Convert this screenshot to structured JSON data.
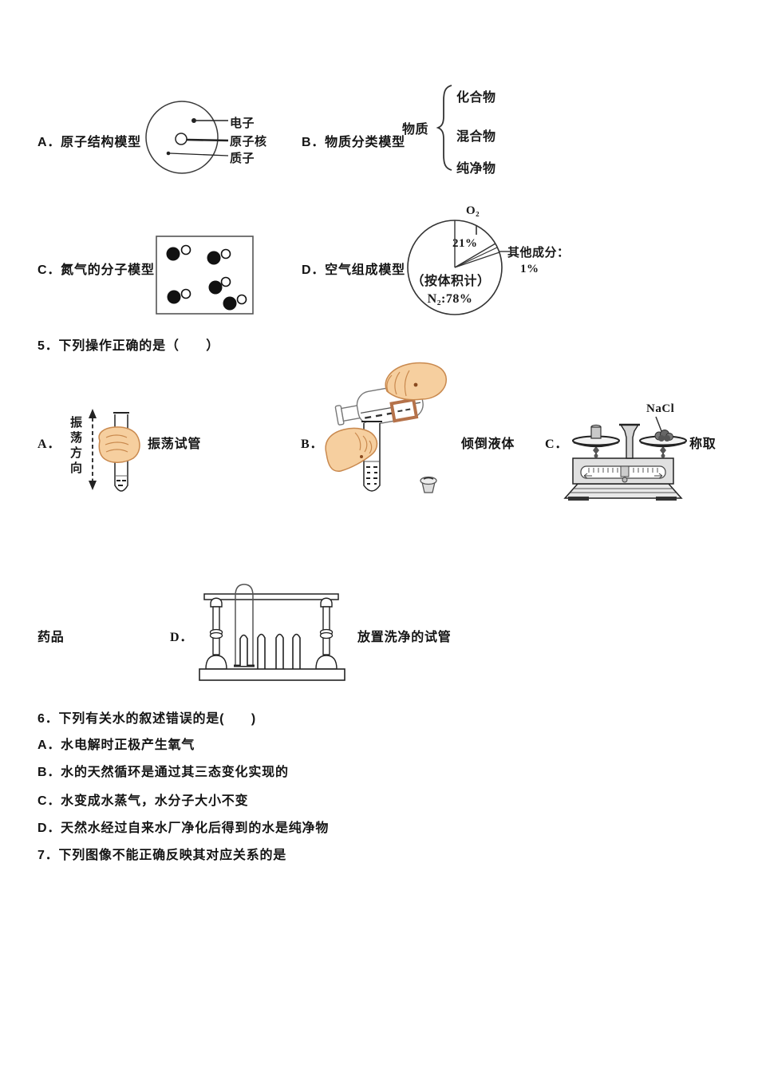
{
  "doc": {
    "q4": {
      "optionA": {
        "label": "A．原子结构模型"
      },
      "atom": {
        "electron": "电子",
        "nucleus": "原子核",
        "proton": "质子"
      },
      "optionB": {
        "label": "B．物质分类模型",
        "root": "物质",
        "branches": [
          "化合物",
          "混合物",
          "纯净物"
        ]
      },
      "optionC": {
        "label": "C．氮气的分子模型"
      },
      "optionD": {
        "label": "D．空气组成模型"
      },
      "pie": {
        "o2": "O₂",
        "o2_pct": "21%",
        "other": "其他成分：",
        "other_pct": "1%",
        "basis": "（按体积计）",
        "n2": "N₂:78%"
      }
    },
    "q5": {
      "stem": "5．下列操作正确的是（　　）",
      "a": {
        "letter": "A．",
        "axis": "振荡方向",
        "caption": "振荡试管"
      },
      "b": {
        "letter": "B．",
        "caption": "倾倒液体"
      },
      "c": {
        "letter": "C．",
        "reagent": "NaCl",
        "caption": "称取",
        "caption_wrap": "药品"
      },
      "d": {
        "letter": "D．",
        "caption": "放置洗净的试管"
      }
    },
    "q6": {
      "stem": "6．下列有关水的叙述错误的是(　　)",
      "options": [
        "A．水电解时正极产生氧气",
        "B．水的天然循环是通过其三态变化实现的",
        "C．水变成水蒸气，水分子大小不变",
        "D．天然水经过自来水厂净化后得到的水是纯净物"
      ]
    },
    "q7": {
      "stem": "7．下列图像不能正确反映其对应关系的是"
    }
  },
  "colors": {
    "ink": "#1a1a1a",
    "hand": "#f6cf9f",
    "hand_outline": "#c9894e",
    "bottle_label": "#b5724a"
  },
  "chart_data": {
    "type": "pie",
    "title": "空气组成模型（按体积计）",
    "labels": [
      "N₂",
      "O₂",
      "其他成分"
    ],
    "values": [
      78,
      21,
      1
    ],
    "annotations": [
      "N₂:78%",
      "21%",
      "其他成分：1%",
      "（按体积计）"
    ]
  }
}
